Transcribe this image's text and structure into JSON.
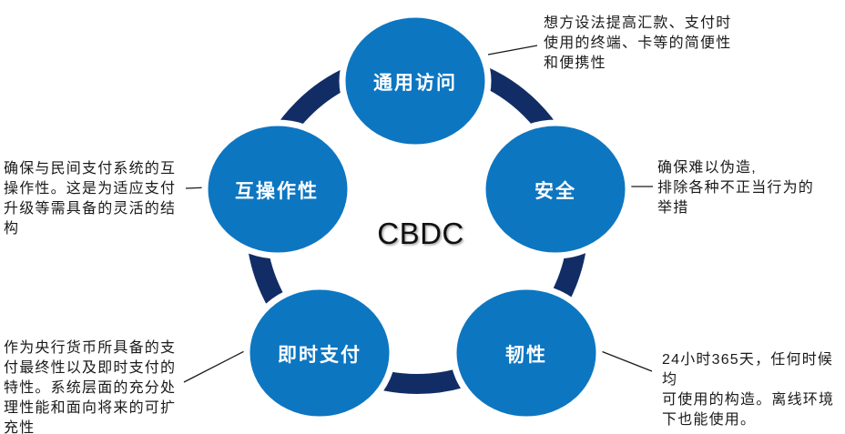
{
  "diagram": {
    "type": "cycle-diagram",
    "center_label": "CBDC",
    "colors": {
      "node_fill": "#0D76C1",
      "ring": "#122D66",
      "leader_line": "#1a1a1a",
      "node_label_text": "#FFFFFF",
      "annotation_text": "#1a1a1a"
    },
    "nodes": [
      {
        "position": "top",
        "label": "通用访问",
        "annotation": "想方设法提高汇款、支付时\n使用的终端、卡等的简便性\n和便携性"
      },
      {
        "position": "right",
        "label": "安全",
        "annotation": "确保难以伪造,\n排除各种不正当行为的\n举措"
      },
      {
        "position": "bottom-right",
        "label": "韧性",
        "annotation": "24小时365天，任何时候均\n可使用的构造。离线环境\n下也能使用。"
      },
      {
        "position": "bottom-left",
        "label": "即时支付",
        "annotation": "作为央行货币所具备的支\n付最终性以及即时支付的\n特性。系统层面的充分处\n理性能和面向将来的可扩\n充性"
      },
      {
        "position": "left",
        "label": "互操作性",
        "annotation": "确保与民间支付系统的互\n操作性。这是为适应支付\n升级等需具备的灵活的结\n构"
      }
    ]
  }
}
